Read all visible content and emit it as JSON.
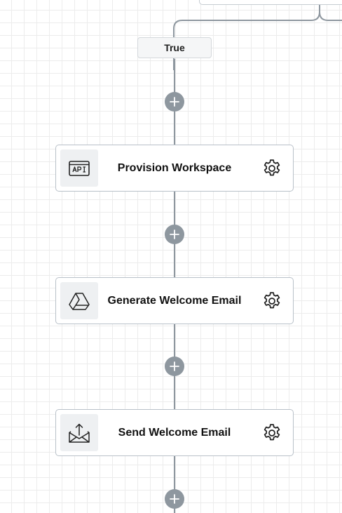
{
  "branch": {
    "label": "True"
  },
  "steps": [
    {
      "title": "Provision Workspace",
      "icon": "api-icon",
      "settings_icon": "gear-icon"
    },
    {
      "title": "Generate Welcome Email",
      "icon": "google-drive-icon",
      "settings_icon": "gear-icon"
    },
    {
      "title": "Send Welcome Email",
      "icon": "send-email-icon",
      "settings_icon": "gear-icon"
    }
  ],
  "add_step_icon": "plus-icon",
  "colors": {
    "connector": "#8e979f",
    "card_border": "#b9c1c9",
    "icon_bg": "#eef0f2",
    "add_button": "#8e979f"
  }
}
